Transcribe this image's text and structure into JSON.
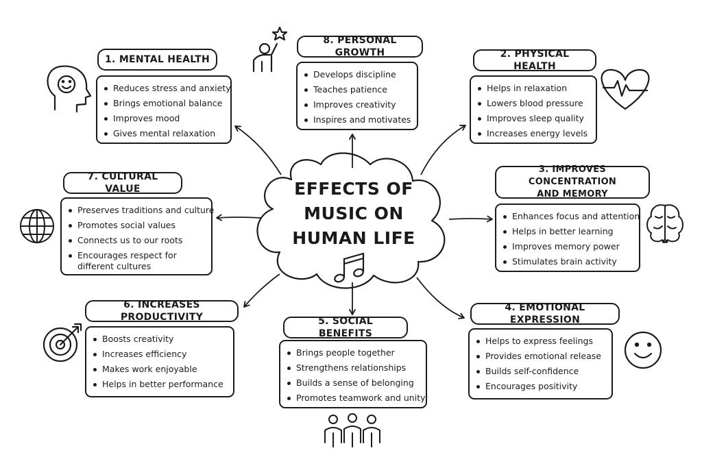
{
  "center": {
    "title_lines": [
      "EFFECTS OF",
      "MUSIC ON",
      "HUMAN LIFE"
    ]
  },
  "branches": {
    "mental_health": {
      "title": "1. MENTAL HEALTH",
      "items": [
        "Reduces stress and anxiety",
        "Brings emotional balance",
        "Improves mood",
        "Gives mental relaxation"
      ]
    },
    "physical_health": {
      "title": "2. PHYSICAL HEALTH",
      "items": [
        "Helps in relaxation",
        "Lowers blood pressure",
        "Improves sleep quality",
        "Increases energy levels"
      ]
    },
    "concentration": {
      "title_lines": [
        "3. IMPROVES CONCENTRATION",
        "AND MEMORY"
      ],
      "items": [
        "Enhances focus and attention",
        "Helps in better learning",
        "Improves memory power",
        "Stimulates brain activity"
      ]
    },
    "emotional_expression": {
      "title": "4. EMOTIONAL EXPRESSION",
      "items": [
        "Helps to express feelings",
        "Provides emotional release",
        "Builds self-confidence",
        "Encourages positivity"
      ]
    },
    "social_benefits": {
      "title": "5. SOCIAL BENEFITS",
      "items": [
        "Brings people together",
        "Strengthens relationships",
        "Builds a sense of belonging",
        "Promotes teamwork and unity"
      ]
    },
    "productivity": {
      "title": "6. INCREASES PRODUCTIVITY",
      "items": [
        "Boosts creativity",
        "Increases efficiency",
        "Makes work enjoyable",
        "Helps in better performance"
      ]
    },
    "cultural_value": {
      "title": "7. CULTURAL VALUE",
      "items": [
        "Preserves traditions and culture",
        "Promotes social values",
        "Connects us to our roots",
        "Encourages respect for different cultures"
      ]
    },
    "personal_growth": {
      "title": "8. PERSONAL GROWTH",
      "items": [
        "Develops discipline",
        "Teaches patience",
        "Improves creativity",
        "Inspires and motivates"
      ]
    }
  },
  "icons": [
    "head-smile-icon",
    "heart-pulse-icon",
    "brain-icon",
    "smiley-face-icon",
    "people-group-icon",
    "target-dart-icon",
    "globe-icon",
    "person-reaching-star-icon",
    "music-note-icon"
  ]
}
